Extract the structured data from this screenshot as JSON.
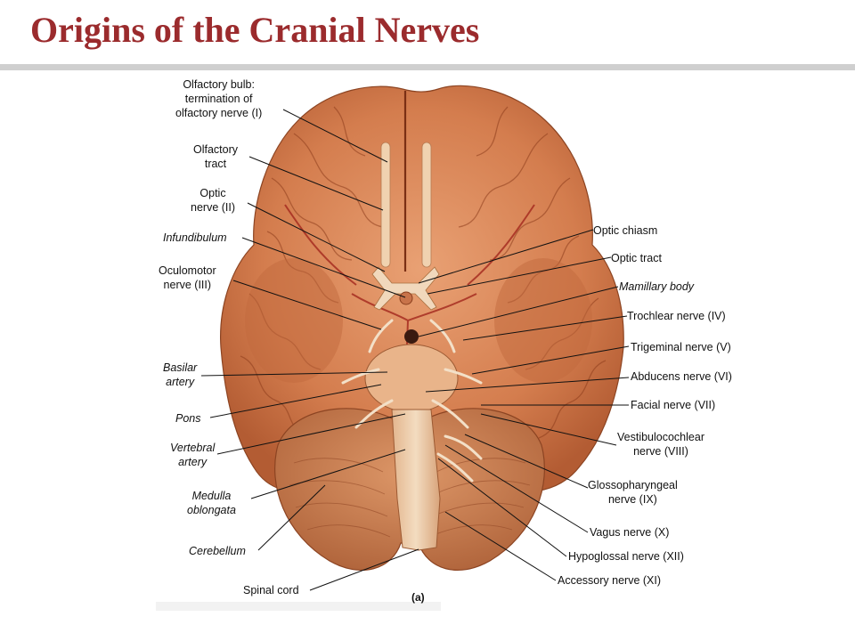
{
  "slide": {
    "title": "Origins of the Cranial Nerves"
  },
  "figure": {
    "panel_label": "(a)",
    "labels": {
      "olfactory_bulb": "Olfactory bulb:\ntermination of\nolfactory nerve (I)",
      "olfactory_tract": "Olfactory\ntract",
      "optic_nerve": "Optic\nnerve (II)",
      "infundibulum": "Infundibulum",
      "oculomotor": "Oculomotor\nnerve (III)",
      "basilar_artery": "Basilar\nartery",
      "pons": "Pons",
      "vertebral_artery": "Vertebral\nartery",
      "medulla": "Medulla\noblongata",
      "cerebellum": "Cerebellum",
      "spinal_cord": "Spinal cord",
      "optic_chiasm": "Optic chiasm",
      "optic_tract": "Optic tract",
      "mamillary_body": "Mamillary body",
      "trochlear": "Trochlear nerve (IV)",
      "trigeminal": "Trigeminal nerve (V)",
      "abducens": "Abducens nerve (VI)",
      "facial": "Facial nerve (VII)",
      "vestibulocochlear": "Vestibulocochlear\nnerve (VIII)",
      "glossopharyngeal": "Glossopharyngeal\nnerve (IX)",
      "vagus": "Vagus nerve (X)",
      "hypoglossal": "Hypoglossal nerve (XII)",
      "accessory": "Accessory nerve (XI)"
    }
  },
  "colors": {
    "title": "#9b2b2d",
    "rule": "#cfcfcf",
    "brain": "#d98556",
    "brain_dark": "#a0502c",
    "vessel": "#a3271d",
    "nerve": "#f1d3b4"
  }
}
